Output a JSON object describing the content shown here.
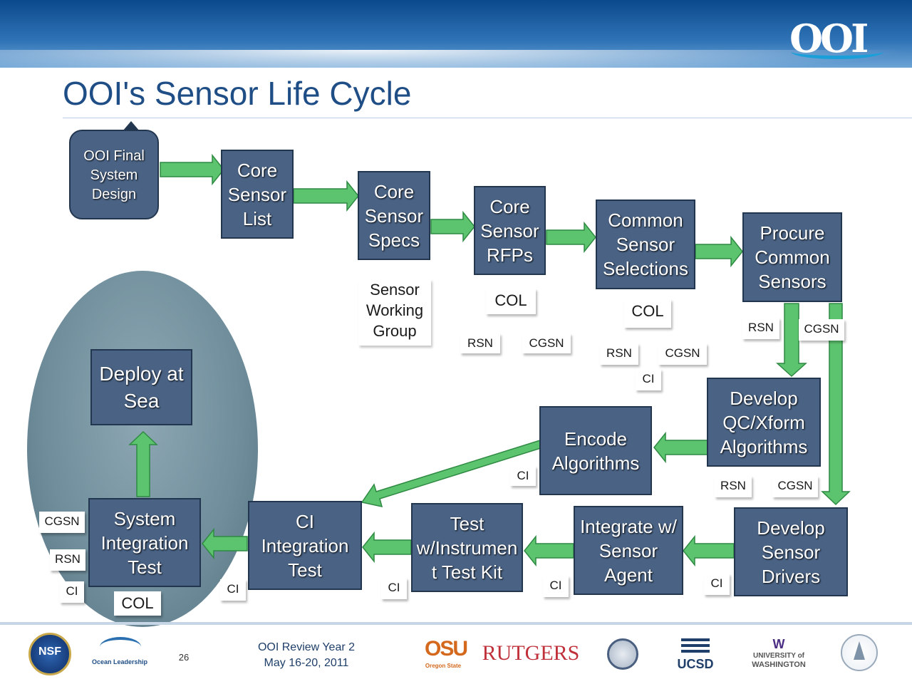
{
  "header": {
    "logo": "OOI",
    "title": "OOI's Sensor Life Cycle"
  },
  "callout": {
    "text": "OOI Final\nSystem\nDesign"
  },
  "boxes": {
    "core_sensor_list": "Core\nSensor\nList",
    "core_sensor_specs": "Core\nSensor\nSpecs",
    "core_sensor_rfps": "Core\nSensor\nRFPs",
    "common_sensor_selections": "Common\nSensor\nSelections",
    "procure_common_sensors": "Procure\nCommon\nSensors",
    "develop_qc_xform": "Develop\nQC/Xform\nAlgorithms",
    "encode_algorithms": "Encode\nAlgorithms",
    "develop_sensor_drivers": "Develop\nSensor\nDrivers",
    "integrate_sensor_agent": "Integrate w/\nSensor\nAgent",
    "test_instrument_kit": "Test\nw/Instrumen\nt Test Kit",
    "ci_integration_test": "CI\nIntegration\nTest",
    "system_integration_test": "System\nIntegration\nTest",
    "deploy_at_sea": "Deploy at\nSea"
  },
  "labels": {
    "sensor_working_group": "Sensor\nWorking\nGroup",
    "col_1": "COL",
    "rsn_1": "RSN",
    "cgsn_1": "CGSN",
    "col_2": "COL",
    "rsn_2": "RSN",
    "cgsn_2": "CGSN",
    "ci_1": "CI",
    "rsn_3": "RSN",
    "cgsn_3": "CGSN",
    "ci_encode": "CI",
    "rsn_4": "RSN",
    "cgsn_4": "CGSN",
    "ci_drivers": "CI",
    "ci_integrate": "CI",
    "ci_test": "CI",
    "ci_citest": "CI",
    "cgsn_sys": "CGSN",
    "rsn_sys": "RSN",
    "ci_sys": "CI",
    "col_sys": "COL"
  },
  "footer": {
    "page_number": "26",
    "review_line1": "OOI Review Year 2",
    "review_line2": "May 16-20, 2011",
    "logos": {
      "nsf": "NSF",
      "ocean_leadership": "Ocean Leadership",
      "osu": "OSU",
      "osu_sub": "Oregon State",
      "rutgers": "RUTGERS",
      "ucsd": "UCSD",
      "uw_line1": "UNIVERSITY of",
      "uw_line2": "WASHINGTON",
      "uw_mark": "W"
    }
  },
  "colors": {
    "box_fill": "#4a6385",
    "arrow_green": "#5cc46e",
    "title_blue": "#1f4e86",
    "header_blue": "#0b4a8c"
  }
}
